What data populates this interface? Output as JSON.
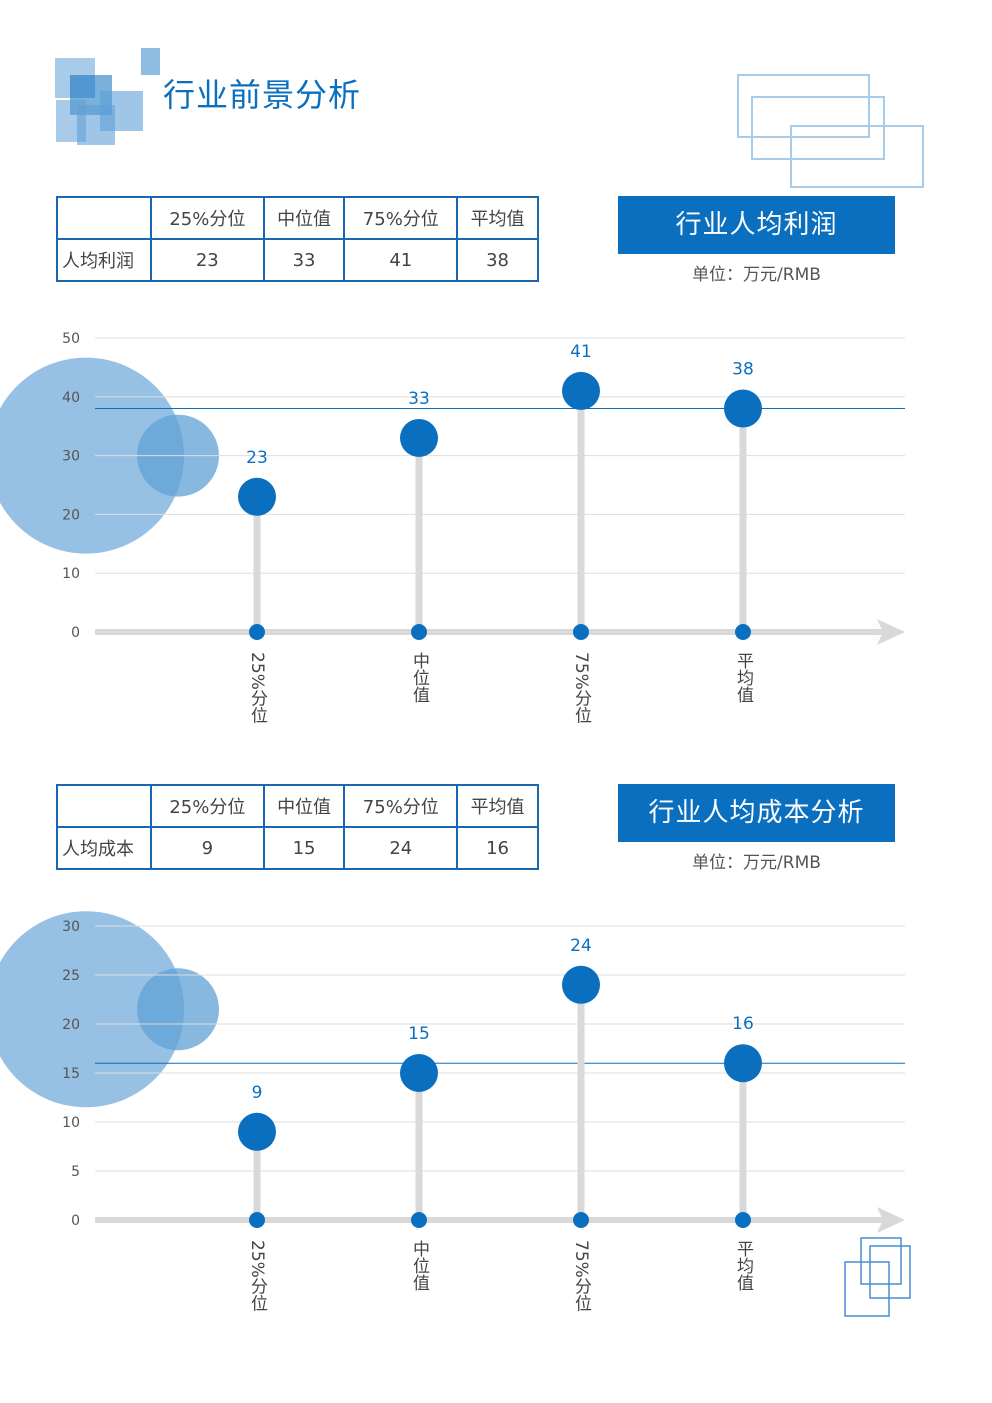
{
  "page": {
    "title": "行业前景分析"
  },
  "colors": {
    "accent": "#0b6fbf",
    "table_border": "#1a66b0",
    "grid": "#dddddd",
    "stem": "#d9d9d9",
    "bubble": "#5fa0d6"
  },
  "sections": [
    {
      "banner": "行业人均利润",
      "unit": "单位：万元/RMB",
      "table": {
        "headers": [
          "",
          "25%分位",
          "中位值",
          "75%分位",
          "平均值"
        ],
        "row_label": "人均利润",
        "values": [
          "23",
          "33",
          "41",
          "38"
        ]
      }
    },
    {
      "banner": "行业人均成本分析",
      "unit": "单位：万元/RMB",
      "table": {
        "headers": [
          "",
          "25%分位",
          "中位值",
          "75%分位",
          "平均值"
        ],
        "row_label": "人均成本",
        "values": [
          "9",
          "15",
          "24",
          "16"
        ]
      }
    }
  ],
  "chart_data": [
    {
      "type": "scatter",
      "style": "lollipop",
      "categories": [
        "25%分位",
        "中位值",
        "75%分位",
        "平均值"
      ],
      "values": [
        23,
        33,
        41,
        38
      ],
      "data_labels": [
        "23",
        "33",
        "41",
        "38"
      ],
      "yticks": [
        "0",
        "10",
        "20",
        "30",
        "40",
        "50"
      ],
      "ylim": [
        0,
        50
      ],
      "reference_line": 38,
      "grid": true
    },
    {
      "type": "scatter",
      "style": "lollipop",
      "categories": [
        "25%分位",
        "中位值",
        "75%分位",
        "平均值"
      ],
      "values": [
        9,
        15,
        24,
        16
      ],
      "data_labels": [
        "9",
        "15",
        "24",
        "16"
      ],
      "yticks": [
        "0",
        "5",
        "10",
        "15",
        "20",
        "25",
        "30"
      ],
      "ylim": [
        0,
        30
      ],
      "reference_line": 16,
      "grid": true
    }
  ]
}
